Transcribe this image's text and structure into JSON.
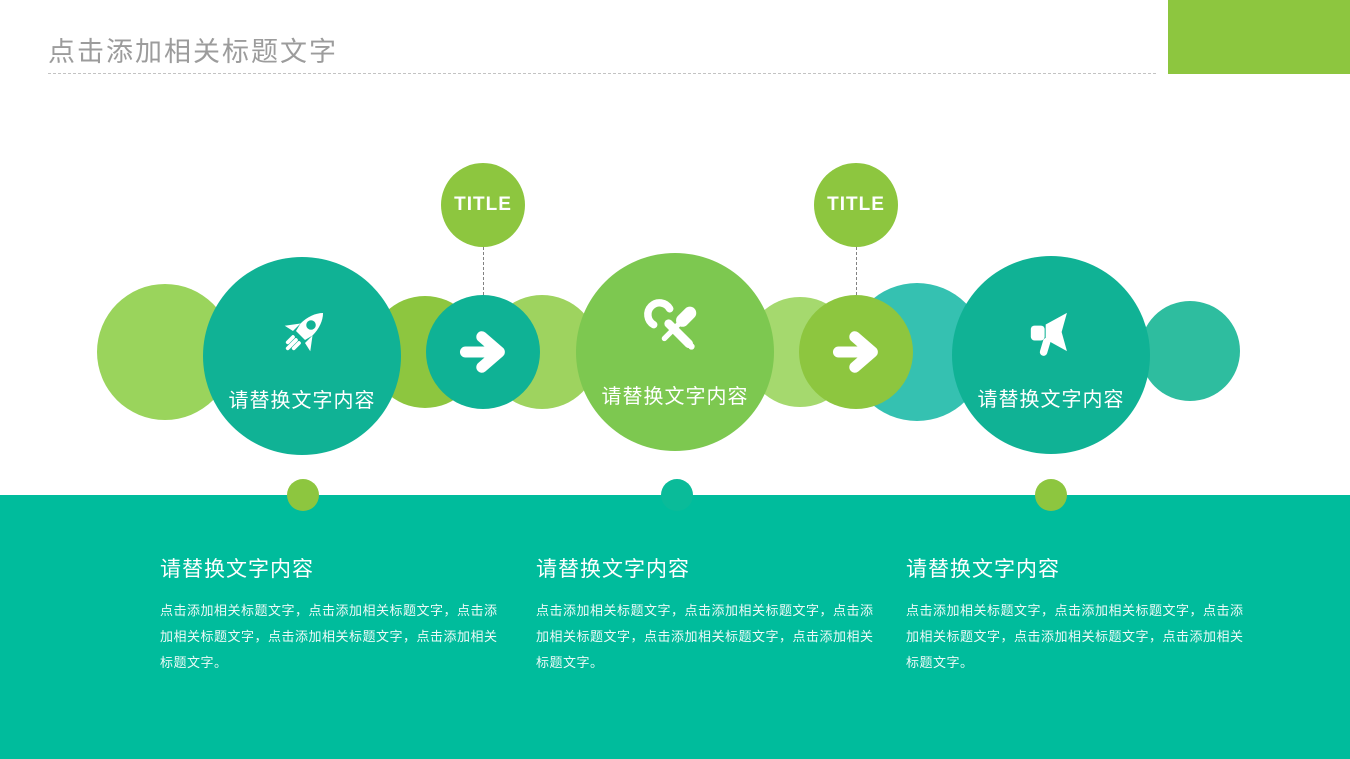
{
  "header": {
    "title": "点击添加相关标题文字"
  },
  "colors": {
    "accent_green": "#8dc63f",
    "light_green": "#9ad45c",
    "step_green": "#7dc850",
    "teal": "#10b295",
    "light_teal": "#35c1b1",
    "banner_teal": "#00bc9c",
    "title_gray": "#9c9c9c"
  },
  "timeline": {
    "title_badges": [
      {
        "label": "TITLE"
      },
      {
        "label": "TITLE"
      }
    ],
    "steps": [
      {
        "icon": "rocket-icon",
        "label": "请替换文字内容"
      },
      {
        "icon": "wrench-screwdriver-icon",
        "label": "请替换文字内容"
      },
      {
        "icon": "megaphone-icon",
        "label": "请替换文字内容"
      }
    ]
  },
  "banner": {
    "columns": [
      {
        "heading": "请替换文字内容",
        "body": "点击添加相关标题文字，点击添加相关标题文字，点击添加相关标题文字，点击添加相关标题文字，点击添加相关标题文字。"
      },
      {
        "heading": "请替换文字内容",
        "body": "点击添加相关标题文字，点击添加相关标题文字，点击添加相关标题文字，点击添加相关标题文字，点击添加相关标题文字。"
      },
      {
        "heading": "请替换文字内容",
        "body": "点击添加相关标题文字，点击添加相关标题文字，点击添加相关标题文字，点击添加相关标题文字，点击添加相关标题文字。"
      }
    ]
  }
}
